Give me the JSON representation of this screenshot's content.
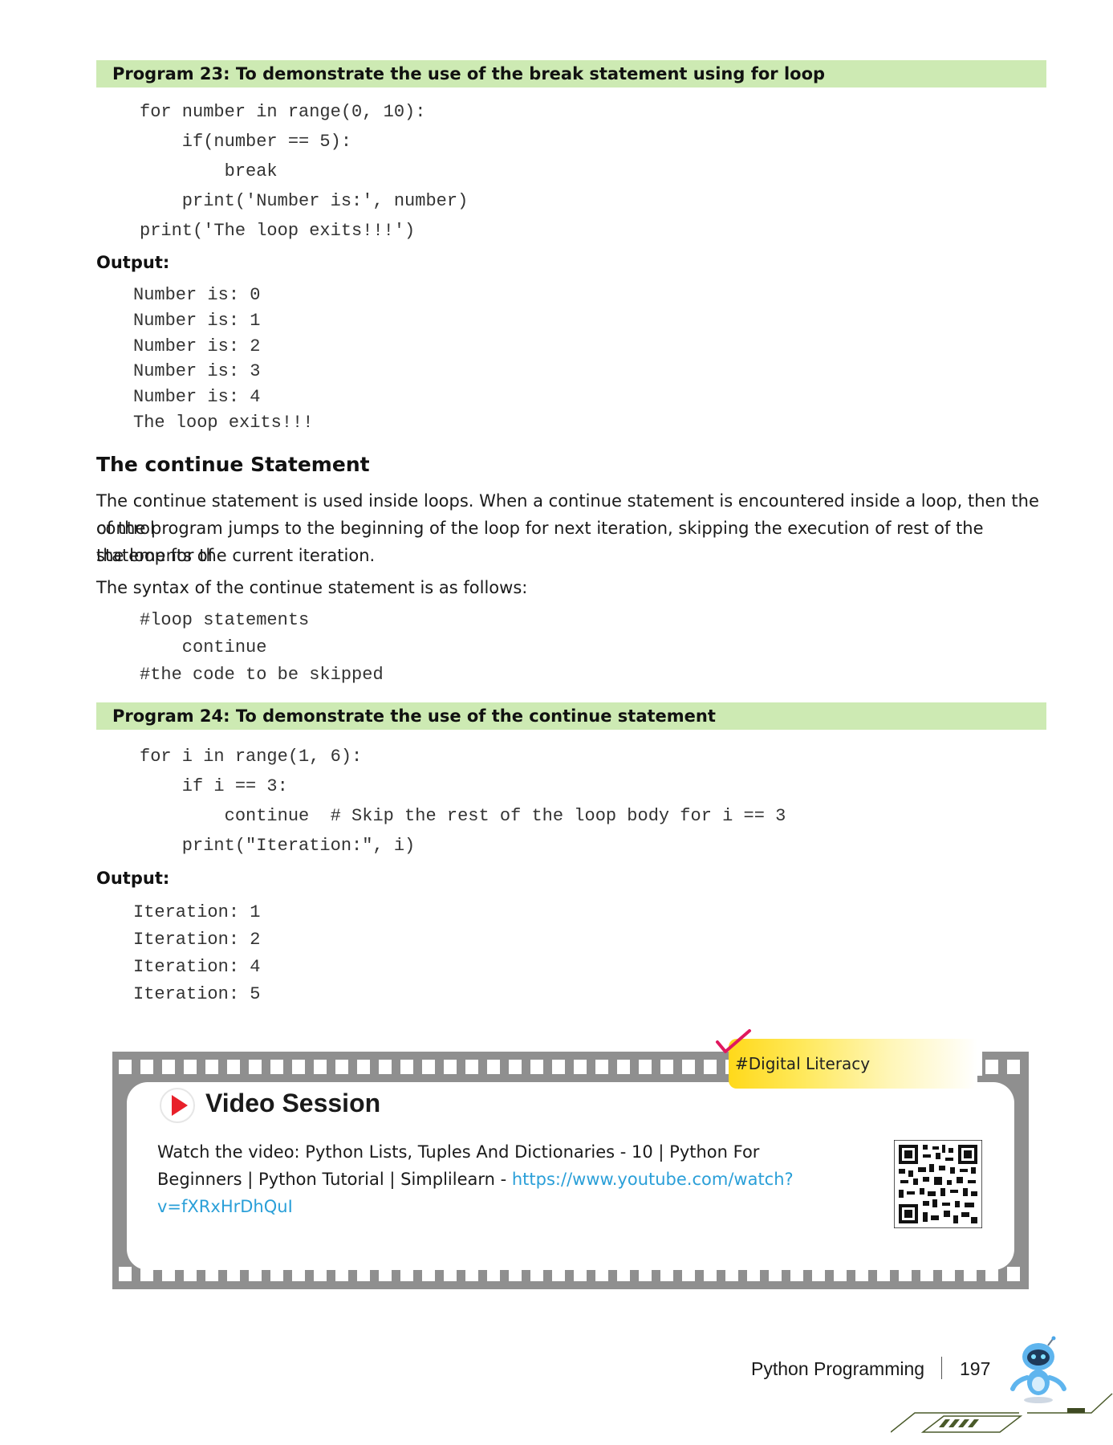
{
  "program23": {
    "title": "Program 23: To demonstrate the use of the break statement using for loop",
    "code": [
      "for number in range(0, 10):",
      "    if(number == 5):",
      "        break",
      "    print('Number is:', number)",
      "print('The loop exits!!!')"
    ],
    "output_label": "Output:",
    "output": [
      "Number is: 0",
      "Number is: 1",
      "Number is: 2",
      "Number is: 3",
      "Number is: 4",
      "The loop exits!!!"
    ]
  },
  "continue_section": {
    "heading": "The continue Statement",
    "paragraph_lines": [
      "The continue statement is used inside loops. When a continue statement is encountered inside a loop, then the control",
      "of the program jumps to the beginning of the loop for next iteration, skipping the execution of rest of the statements of",
      "the loop for the current iteration."
    ],
    "syntax_intro": "The syntax of the continue statement is as follows:",
    "syntax": [
      "#loop statements",
      "    continue",
      "#the code to be skipped"
    ]
  },
  "program24": {
    "title": "Program 24: To demonstrate the use of the continue statement",
    "code": [
      "for i in range(1, 6):",
      "    if i == 3:",
      "        continue  # Skip the rest of the loop body for i == 3",
      "    print(\"Iteration:\", i)"
    ],
    "output_label": "Output:",
    "output": [
      "Iteration: 1",
      "Iteration: 2",
      "Iteration: 4",
      "Iteration: 5"
    ]
  },
  "video_session": {
    "tag": "#Digital Literacy",
    "title": "Video Session",
    "text_before": "Watch the video: Python Lists, Tuples And Dictionaries - 10 | Python For Beginners | Python Tutorial | Simplilearn - ",
    "link": "https://www.youtube.com/watch?v=fXRxHrDhQuI",
    "icon": "play-icon",
    "link_color": "#2a9fd8",
    "tag_color": "#ffd91a"
  },
  "footer": {
    "title": "Python Programming",
    "page_number": "197"
  },
  "colors": {
    "program_bar": "#cdeab3",
    "film": "#8f8f8f",
    "play": "#e8202a"
  }
}
